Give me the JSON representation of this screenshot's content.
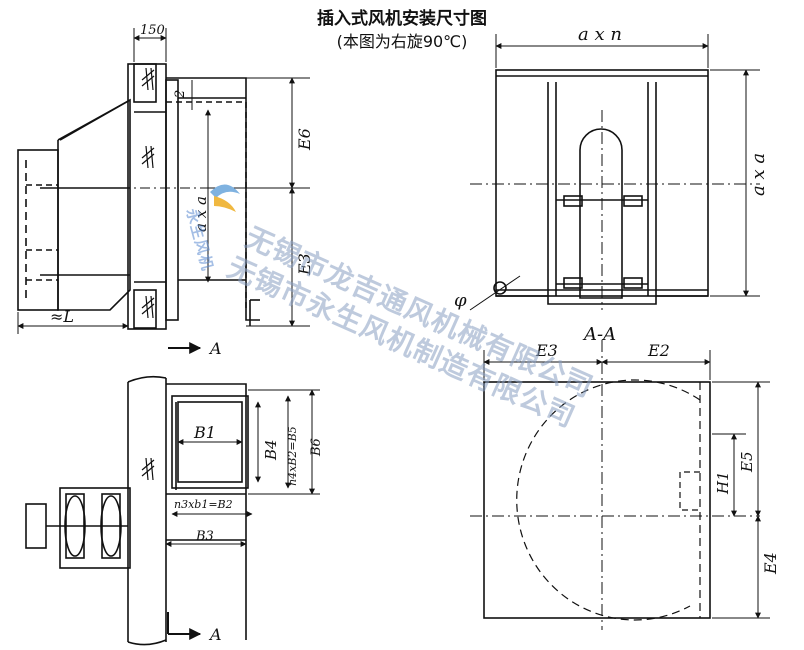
{
  "title": "插入式风机安装尺寸图",
  "subtitle": "(本图为右旋90℃)",
  "watermark": {
    "line1": "无锡市龙吉通风机械有限公司",
    "line2": "无锡市永生风机制造有限公司",
    "logo_text": "永生风机"
  },
  "labels": {
    "dim_150": "150",
    "dim_2": "2",
    "e6": "E6",
    "e3_side": "E3",
    "axa_side": "a x a",
    "approx_l": "≈L",
    "section_mark_top": "A",
    "section_mark_bottom": "A",
    "axn": "a x n",
    "axa_right": "a x a",
    "phi": "φ",
    "section_title": "A-A",
    "e3_section": "E3",
    "e2": "E2",
    "h1": "H1",
    "e5": "E5",
    "e4": "E4",
    "b1": "B1",
    "b4": "B4",
    "b2b5": "n4xB2=B5",
    "b6": "B6",
    "b2": "n3xb1=B2",
    "b3": "B3"
  },
  "colors": {
    "line": "#111111",
    "watermark": "#8aa0c2"
  }
}
